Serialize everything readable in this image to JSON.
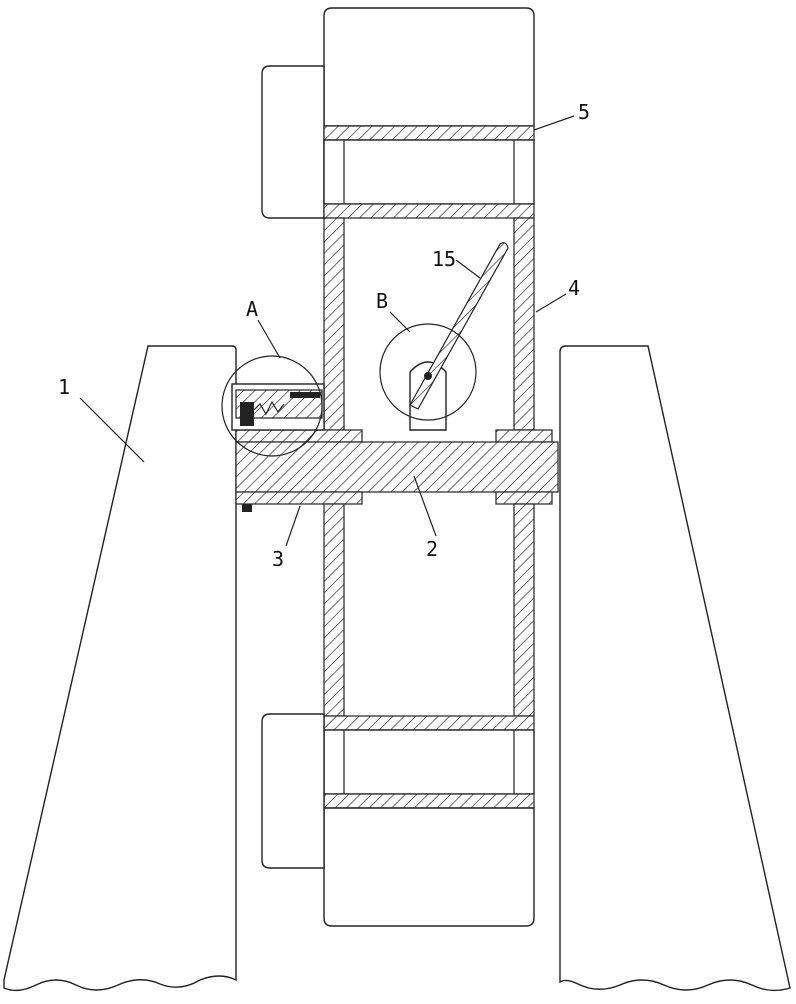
{
  "labels": {
    "frame": "1",
    "shaft": "2",
    "bearing_plate": "3",
    "side_plate": "4",
    "cross_plate": "5",
    "rod": "15",
    "detail_a": "A",
    "detail_b": "B"
  },
  "colors": {
    "line": "#222222",
    "background": "#ffffff"
  }
}
